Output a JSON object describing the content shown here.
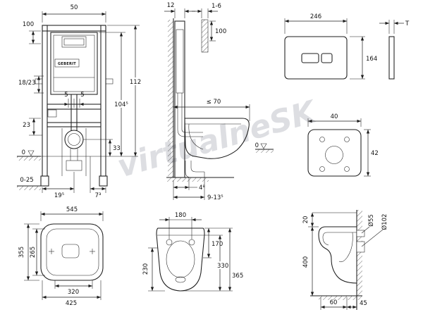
{
  "watermark": "virtualneSK",
  "frame_front": {
    "brand": "GEBERIT",
    "width_top": "50",
    "offset_100": "100",
    "bracket": "18/23",
    "gap_left": "5",
    "gap_right": "5",
    "dim_23": "23",
    "level_zero": "0",
    "foot_range": "0-25",
    "dim_195": "19⁵",
    "dim_73": "7³",
    "height_total": "112",
    "height_1045": "104⁵",
    "outlet_height": "33"
  },
  "frame_side": {
    "depth": "12",
    "finish_range": "1-6",
    "dim_100": "100",
    "projection": "≤ 70",
    "level_zero": "0",
    "dim_48": "4⁸",
    "dim_9135": "9-13⁵"
  },
  "flush_plate": {
    "width": "246",
    "height": "164",
    "thickness": "T"
  },
  "insulation_mat": {
    "width": "40",
    "height": "42"
  },
  "wc_top": {
    "depth": "545",
    "width_outer": "355",
    "width_inner": "265",
    "dim_320": "320",
    "dim_425": "425"
  },
  "wc_front": {
    "hole_distance": "180",
    "dim_230": "230",
    "dim_170": "170",
    "dim_330": "330",
    "dim_365": "365"
  },
  "wc_side": {
    "dim_20": "20",
    "pipe_small": "Ø55",
    "pipe_large": "Ø102",
    "rim_height": "400",
    "dim_60": "60",
    "dim_45": "45"
  }
}
